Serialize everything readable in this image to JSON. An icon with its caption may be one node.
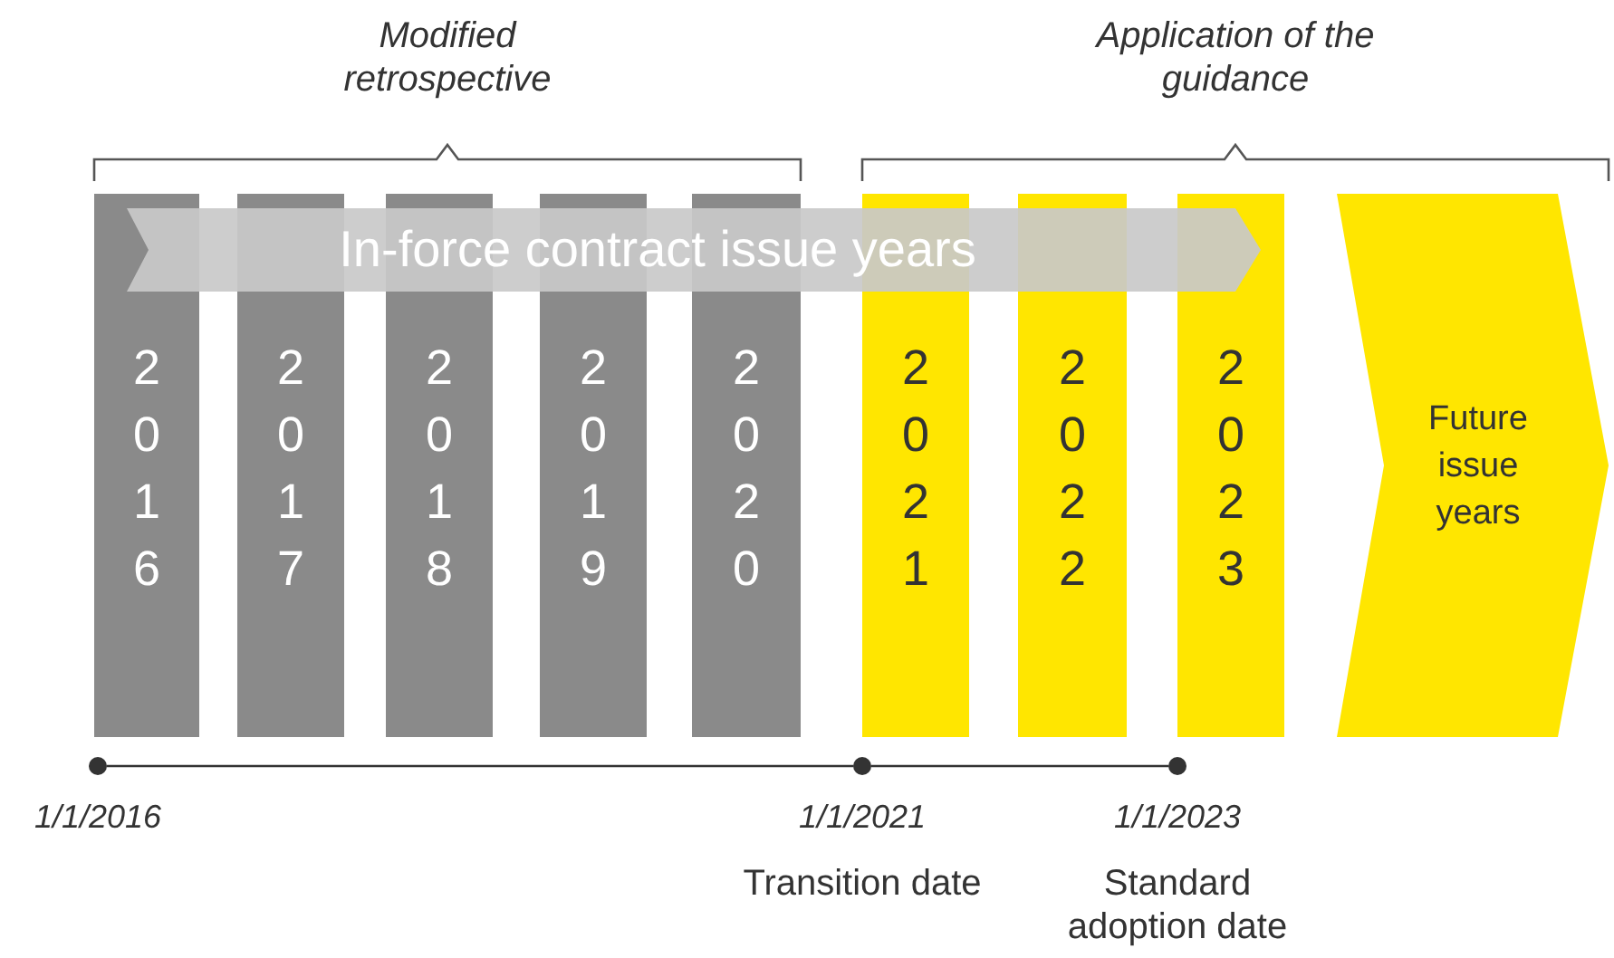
{
  "diagram": {
    "nodes": [
      {
        "text": [
          "In-force contract issue years"
        ]
      },
      {
        "text": [
          "2016"
        ]
      },
      {
        "text": [
          "2017"
        ]
      },
      {
        "text": [
          "2018"
        ]
      },
      {
        "text": [
          "2019"
        ]
      },
      {
        "text": [
          "2020"
        ]
      },
      {
        "text": [
          "2021"
        ]
      },
      {
        "text": [
          "2022"
        ]
      },
      {
        "text": [
          "2023"
        ]
      },
      {
        "text": [
          "Future issue years"
        ]
      },
      {
        "text": [],
        "shape": "circle",
        "beside": [
          "1/1/2016"
        ]
      },
      {
        "text": [],
        "shape": "circle",
        "beside": [
          "1/1/2021",
          "Transition date"
        ]
      },
      {
        "text": [],
        "shape": "circle",
        "beside": [
          "1/1/2023",
          "Standard adoption date"
        ]
      }
    ],
    "edges": [
      {
        "from": 10,
        "to": 11,
        "arrow": "none"
      },
      {
        "from": 11,
        "to": 12,
        "arrow": "none"
      }
    ],
    "labels": [
      "Modified retrospective",
      "Application of the guidance"
    ]
  }
}
